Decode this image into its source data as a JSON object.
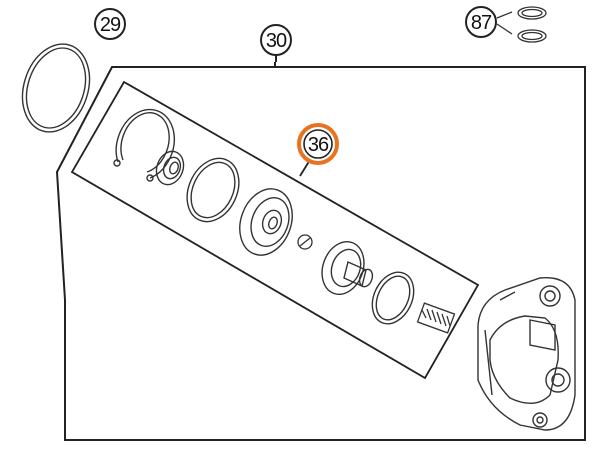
{
  "callouts": {
    "c29": "29",
    "c30": "30",
    "c36": "36",
    "c87": "87"
  },
  "colors": {
    "line": "#222222",
    "highlight": "#e8731f",
    "background": "#ffffff"
  },
  "highlighted_part": "36"
}
